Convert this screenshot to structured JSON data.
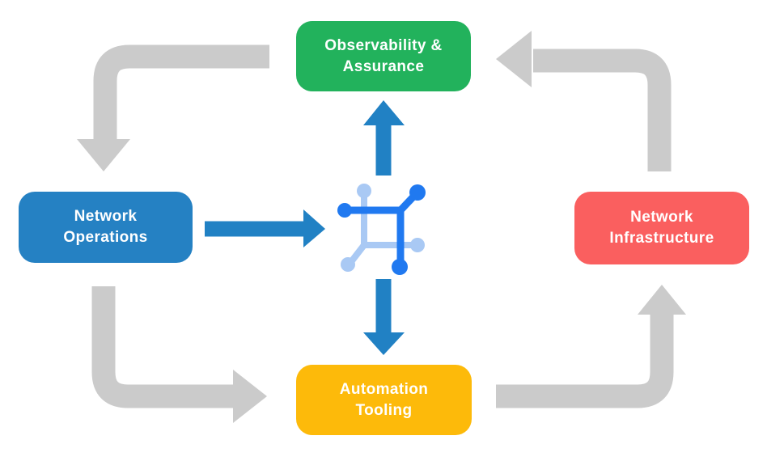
{
  "diagram": {
    "type": "cycle-flow",
    "nodes": [
      {
        "id": "observability",
        "label": "Observability & Assurance",
        "lines": [
          "Observability &",
          "Assurance"
        ],
        "color": "#22b25c",
        "position": "top"
      },
      {
        "id": "operations",
        "label": "Network Operations",
        "lines": [
          "Network",
          "Operations"
        ],
        "color": "#2581c3",
        "position": "left"
      },
      {
        "id": "infrastructure",
        "label": "Network Infrastructure",
        "lines": [
          "Network",
          "Infrastructure"
        ],
        "color": "#fa5f5f",
        "position": "right"
      },
      {
        "id": "automation",
        "label": "Automation Tooling",
        "lines": [
          "Automation",
          "Tooling"
        ],
        "color": "#fdba0a",
        "position": "bottom"
      }
    ],
    "center_icon": "network-hub-icon",
    "edges": [
      {
        "from": "Observability & Assurance",
        "to": "Network Operations",
        "color": "gray"
      },
      {
        "from": "Network Operations",
        "to": "Automation Tooling",
        "color": "gray"
      },
      {
        "from": "Automation Tooling",
        "to": "Network Infrastructure",
        "color": "gray"
      },
      {
        "from": "Network Infrastructure",
        "to": "Observability & Assurance",
        "color": "gray"
      },
      {
        "from": "Network Operations",
        "to": "center hub",
        "color": "blue"
      },
      {
        "from": "center hub",
        "to": "Observability & Assurance",
        "color": "blue"
      },
      {
        "from": "center hub",
        "to": "Automation Tooling",
        "color": "blue"
      }
    ],
    "colors": {
      "arrow_gray": "#cbcbcb",
      "arrow_blue": "#2181c4",
      "icon_dark_blue": "#2079f0",
      "icon_light_blue": "#a9c9f4",
      "node_text": "#ffffff",
      "background": "#ffffff"
    }
  }
}
